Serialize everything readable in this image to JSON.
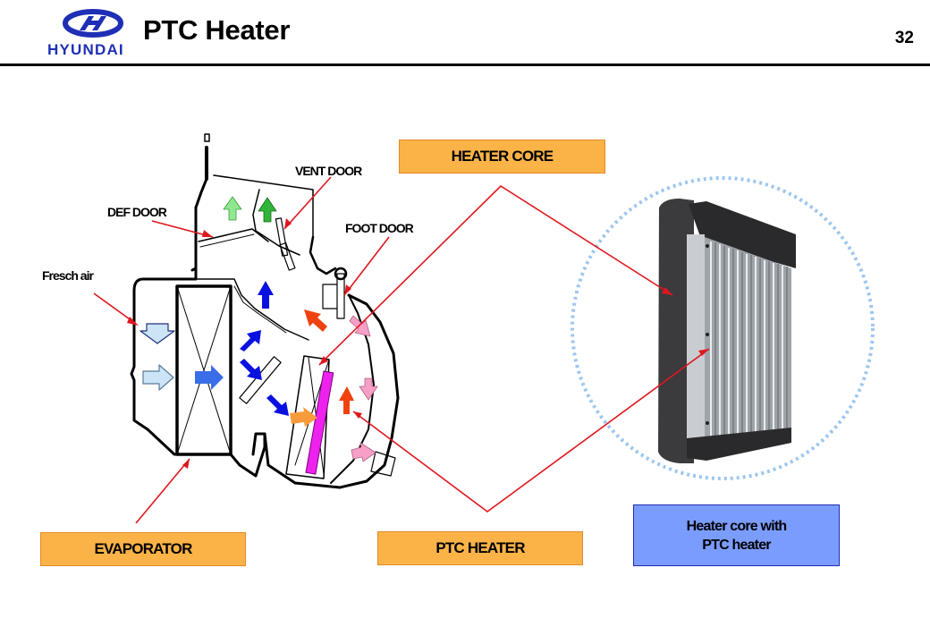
{
  "header": {
    "brand": "HYUNDAI",
    "title": "PTC Heater",
    "page_number": "32"
  },
  "diagram": {
    "callouts": {
      "def_door": "DEF DOOR",
      "vent_door": "VENT DOOR",
      "foot_door": "FOOT DOOR",
      "fresh_air": "Fresch air"
    },
    "boxes": {
      "heater_core": "HEATER CORE",
      "evaporator": "EVAPORATOR",
      "ptc_heater": "PTC HEATER",
      "photo_caption_line1": "Heater core with",
      "photo_caption_line2": "PTC heater"
    },
    "colors": {
      "brand_blue": "#1f2fb5",
      "label_box_orange": "#fbb347",
      "caption_box_blue": "#7b9cff",
      "leader_line_red": "#e0161e",
      "ptc_element_magenta": "#ee22ee",
      "fresh_air_arrow": "#cce4f6",
      "cooled_air_arrow": "#3a6ee8",
      "flow_arrow_blue": "#0a10e0",
      "vent_arrow_light_green": "#8fe88f",
      "vent_arrow_green": "#2fb53a",
      "heated_air_arrow_red": "#f0420f",
      "heated_air_arrow_orange": "#f79a3c",
      "foot_air_arrow_pink": "#f6a0c8",
      "photo_ring_dots": "#9cc6ee"
    }
  }
}
